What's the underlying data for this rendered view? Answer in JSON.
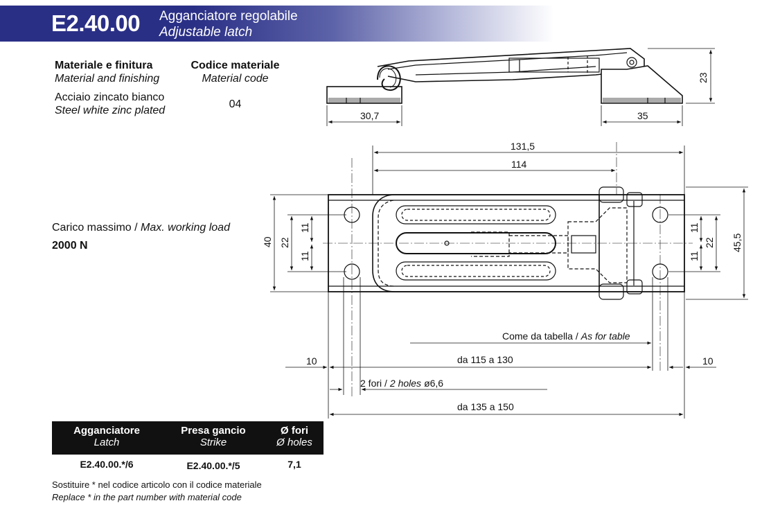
{
  "header": {
    "code": "E2.40.00",
    "title_it": "Agganciatore regolabile",
    "title_en": "Adjustable latch"
  },
  "material": {
    "label_it": "Materiale e finitura",
    "label_en": "Material and finishing",
    "value_it": "Acciaio zincato bianco",
    "value_en": "Steel white zinc plated"
  },
  "material_code": {
    "label_it": "Codice materiale",
    "label_en": "Material code",
    "value": "04"
  },
  "load": {
    "label_it": "Carico massimo /",
    "label_en": "Max. working load",
    "value": "2000 N"
  },
  "dimensions": {
    "side_left": "30,7",
    "side_right": "35",
    "side_height": "23",
    "top_overall": "131,5",
    "top_inner": "114",
    "height_40": "40",
    "height_22_left": "22",
    "height_11_left_a": "11",
    "height_11_left_b": "11",
    "height_11_right_a": "11",
    "height_11_right_b": "11",
    "height_22_right": "22",
    "height_45": "45,5",
    "as_table_it": "Come da tabella /",
    "as_table_en": "As for table",
    "left_10": "10",
    "right_10": "10",
    "range_inner": "da 115 a 130",
    "holes_it": "2 fori /",
    "holes_en": "2 holes",
    "holes_dia": "ø6,6",
    "range_outer": "da 135 a 150"
  },
  "table": {
    "headers": [
      {
        "it": "Agganciatore",
        "en": "Latch"
      },
      {
        "it": "Presa gancio",
        "en": "Strike"
      },
      {
        "it": "Ø fori",
        "en": "Ø holes"
      }
    ],
    "row": [
      "E2.40.00.*/6",
      "E2.40.00.*/5",
      "7,1"
    ]
  },
  "footnote": {
    "it": "Sostituire * nel codice articolo con il codice materiale",
    "en": "Replace * in the part number with material code"
  }
}
